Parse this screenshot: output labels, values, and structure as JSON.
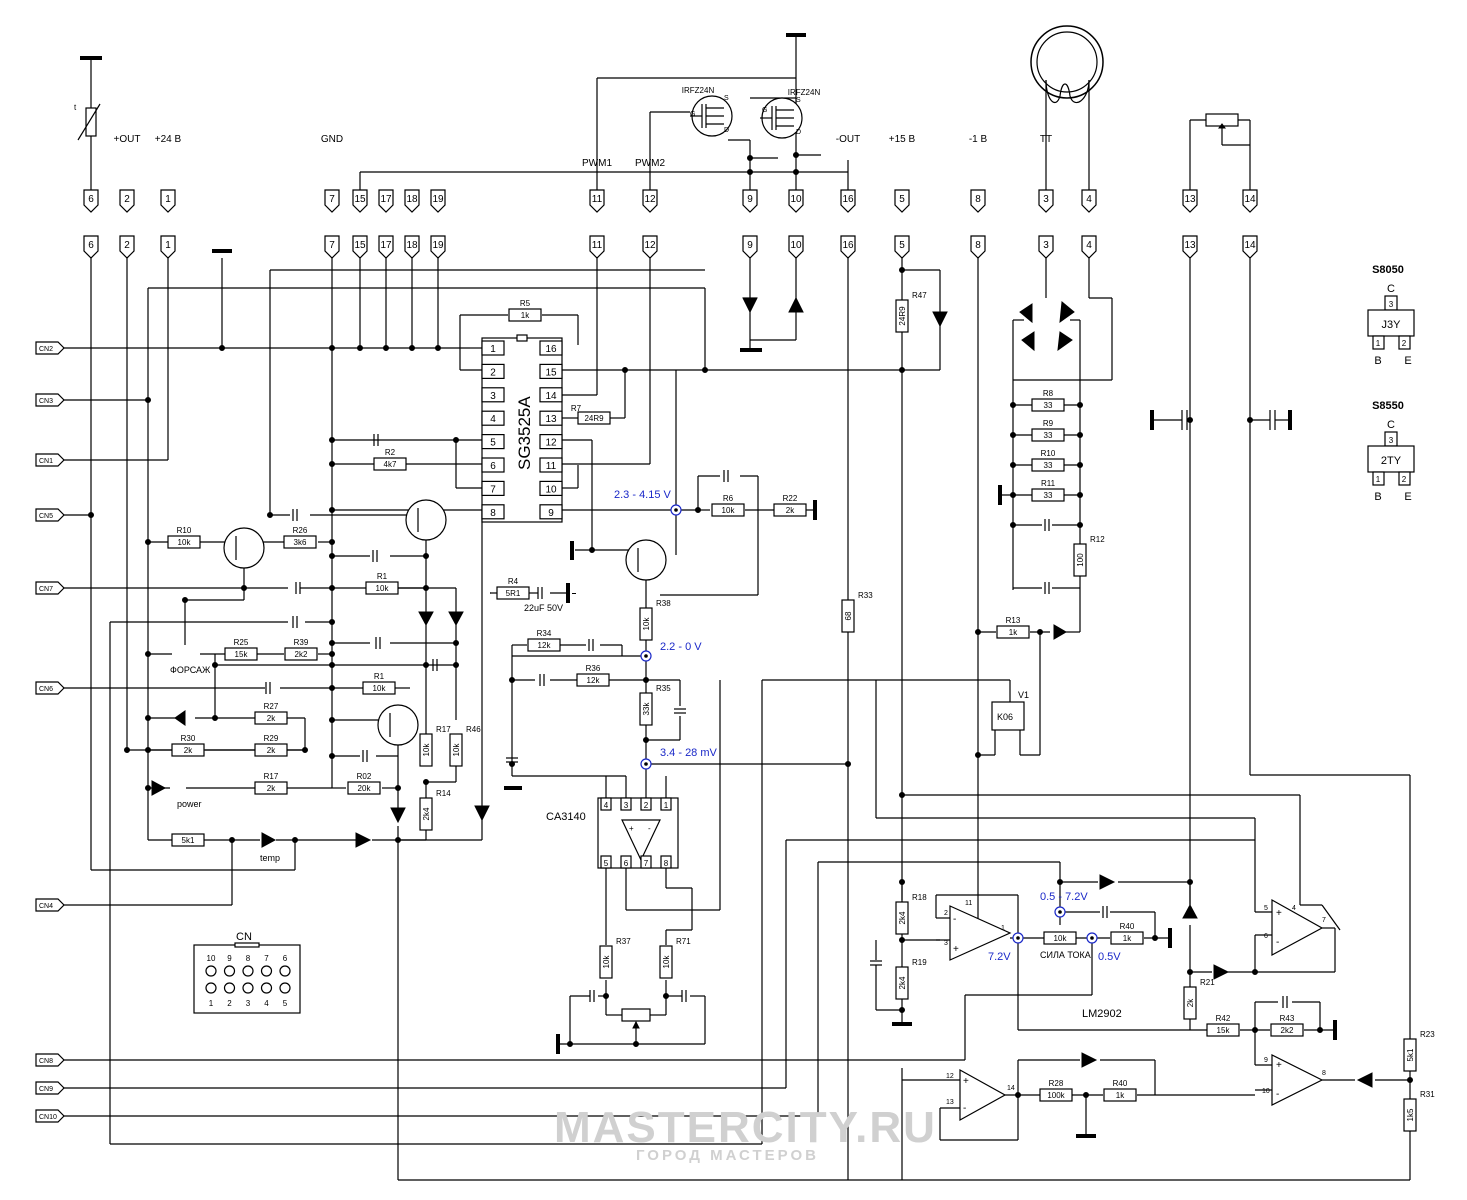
{
  "top_connectors": [
    {
      "pin": "6",
      "label": ""
    },
    {
      "pin": "2",
      "label": "+OUT"
    },
    {
      "pin": "1",
      "label": "+24 В"
    },
    {
      "pin": "7",
      "label": "GND"
    },
    {
      "pin": "15",
      "label": ""
    },
    {
      "pin": "17",
      "label": ""
    },
    {
      "pin": "18",
      "label": ""
    },
    {
      "pin": "19",
      "label": ""
    },
    {
      "pin": "11",
      "label": "PWM1"
    },
    {
      "pin": "12",
      "label": "PWM2"
    },
    {
      "pin": "9",
      "label": ""
    },
    {
      "pin": "10",
      "label": ""
    },
    {
      "pin": "16",
      "label": "-OUT"
    },
    {
      "pin": "5",
      "label": "+15 В"
    },
    {
      "pin": "8",
      "label": "-1 В"
    },
    {
      "pin": "3",
      "label": "TT"
    },
    {
      "pin": "4",
      "label": ""
    },
    {
      "pin": "13",
      "label": ""
    },
    {
      "pin": "14",
      "label": ""
    }
  ],
  "side_connectors": [
    "CN2",
    "CN3",
    "CN1",
    "CN5",
    "CN7",
    "CN6",
    "CN4",
    "CN8",
    "CN9",
    "CN10"
  ],
  "ic_main": {
    "name": "SG3525A",
    "left_pins": [
      "1",
      "2",
      "3",
      "4",
      "5",
      "6",
      "7",
      "8"
    ],
    "right_pins": [
      "16",
      "15",
      "14",
      "13",
      "12",
      "11",
      "10",
      "9"
    ]
  },
  "opamp": {
    "name": "CA3140",
    "top_pins": [
      "4",
      "3",
      "2",
      "1"
    ],
    "bottom_pins": [
      "5",
      "6",
      "7",
      "8"
    ]
  },
  "comparator_name": "LM2902",
  "mosfets": [
    {
      "name": "IRFZ24N",
      "pins": [
        "G",
        "S",
        "D"
      ]
    },
    {
      "name": "IRFZ24N",
      "pins": [
        "G",
        "S",
        "D"
      ]
    }
  ],
  "resistors": [
    {
      "ref": "R5",
      "value": "1k"
    },
    {
      "ref": "R7",
      "value": "24R9"
    },
    {
      "ref": "R2",
      "value": "4k7"
    },
    {
      "ref": "R10",
      "value": "10k"
    },
    {
      "ref": "R26",
      "value": "3k6"
    },
    {
      "ref": "R1",
      "value": "10k"
    },
    {
      "ref": "R4",
      "value": "5R1"
    },
    {
      "ref": "R6",
      "value": "10k"
    },
    {
      "ref": "R22",
      "value": "2k"
    },
    {
      "ref": "R25",
      "value": "15k"
    },
    {
      "ref": "R39",
      "value": "2k2"
    },
    {
      "ref": "R1",
      "value": "10k"
    },
    {
      "ref": "R27",
      "value": "2k"
    },
    {
      "ref": "R30",
      "value": "2k"
    },
    {
      "ref": "R29",
      "value": "2k"
    },
    {
      "ref": "R17",
      "value": "2k"
    },
    {
      "ref": "R02",
      "value": "20k"
    },
    {
      "ref": "R17",
      "value": "10k"
    },
    {
      "ref": "R46",
      "value": "10k"
    },
    {
      "ref": "R14",
      "value": "2k4"
    },
    {
      "ref": "R38",
      "value": "10k"
    },
    {
      "ref": "R34",
      "value": "12k"
    },
    {
      "ref": "R36",
      "value": "12k"
    },
    {
      "ref": "R35",
      "value": "33k"
    },
    {
      "ref": "R37",
      "value": "10k"
    },
    {
      "ref": "R71",
      "value": "10k"
    },
    {
      "ref": "R47",
      "value": "24R9"
    },
    {
      "ref": "R33",
      "value": "68"
    },
    {
      "ref": "R8",
      "value": "33"
    },
    {
      "ref": "R9",
      "value": "33"
    },
    {
      "ref": "R10",
      "value": "33"
    },
    {
      "ref": "R11",
      "value": "33"
    },
    {
      "ref": "R12",
      "value": "100"
    },
    {
      "ref": "R13",
      "value": "1k"
    },
    {
      "ref": "R18",
      "value": "2k4"
    },
    {
      "ref": "R19",
      "value": "2k4"
    },
    {
      "ref": "R40",
      "value": "1k"
    },
    {
      "ref": "R21",
      "value": "2k"
    },
    {
      "ref": "R42",
      "value": "15k"
    },
    {
      "ref": "R43",
      "value": "2k2"
    },
    {
      "ref": "R28",
      "value": "100k"
    },
    {
      "ref": "R40",
      "value": "1k"
    },
    {
      "ref": "R23",
      "value": "5k1"
    },
    {
      "ref": "R31",
      "value": "1k5"
    },
    {
      "ref": "",
      "value": "5k1"
    },
    {
      "ref": "",
      "value": "10k"
    },
    {
      "ref": "",
      "value": "10k"
    }
  ],
  "labels": {
    "forsazh": "ФОРСАЖ",
    "sila_toka": "СИЛА ТОКА",
    "power": "power",
    "temp": "temp",
    "k06": "K06",
    "v1": "V1",
    "c3_value": "22uF 50V",
    "cn_header": "CN"
  },
  "test_points": [
    {
      "text": "2.3 - 4.15 V"
    },
    {
      "text": "2.2 - 0 V"
    },
    {
      "text": "3.4 - 28 mV"
    },
    {
      "text": "0.5 - 7.2V"
    },
    {
      "text": "7.2V"
    },
    {
      "text": "0.5V"
    }
  ],
  "transistor_legend": [
    {
      "name": "S8050",
      "marking": "J3Y",
      "pins": [
        "C",
        "3",
        "1",
        "2",
        "B",
        "E"
      ]
    },
    {
      "name": "S8550",
      "marking": "2TY",
      "pins": [
        "C",
        "3",
        "1",
        "2",
        "B",
        "E"
      ]
    }
  ],
  "cn_pinout": {
    "top": [
      "10",
      "9",
      "8",
      "7",
      "6"
    ],
    "bottom": [
      "1",
      "2",
      "3",
      "4",
      "5"
    ]
  },
  "watermark": {
    "main": "MASTERCITY.RU",
    "sub": "ГОРОД МАСТЕРОВ"
  },
  "colors": {
    "ink": "#000000",
    "testpoint": "#1a28c8",
    "watermark": "#d0d0d0"
  }
}
